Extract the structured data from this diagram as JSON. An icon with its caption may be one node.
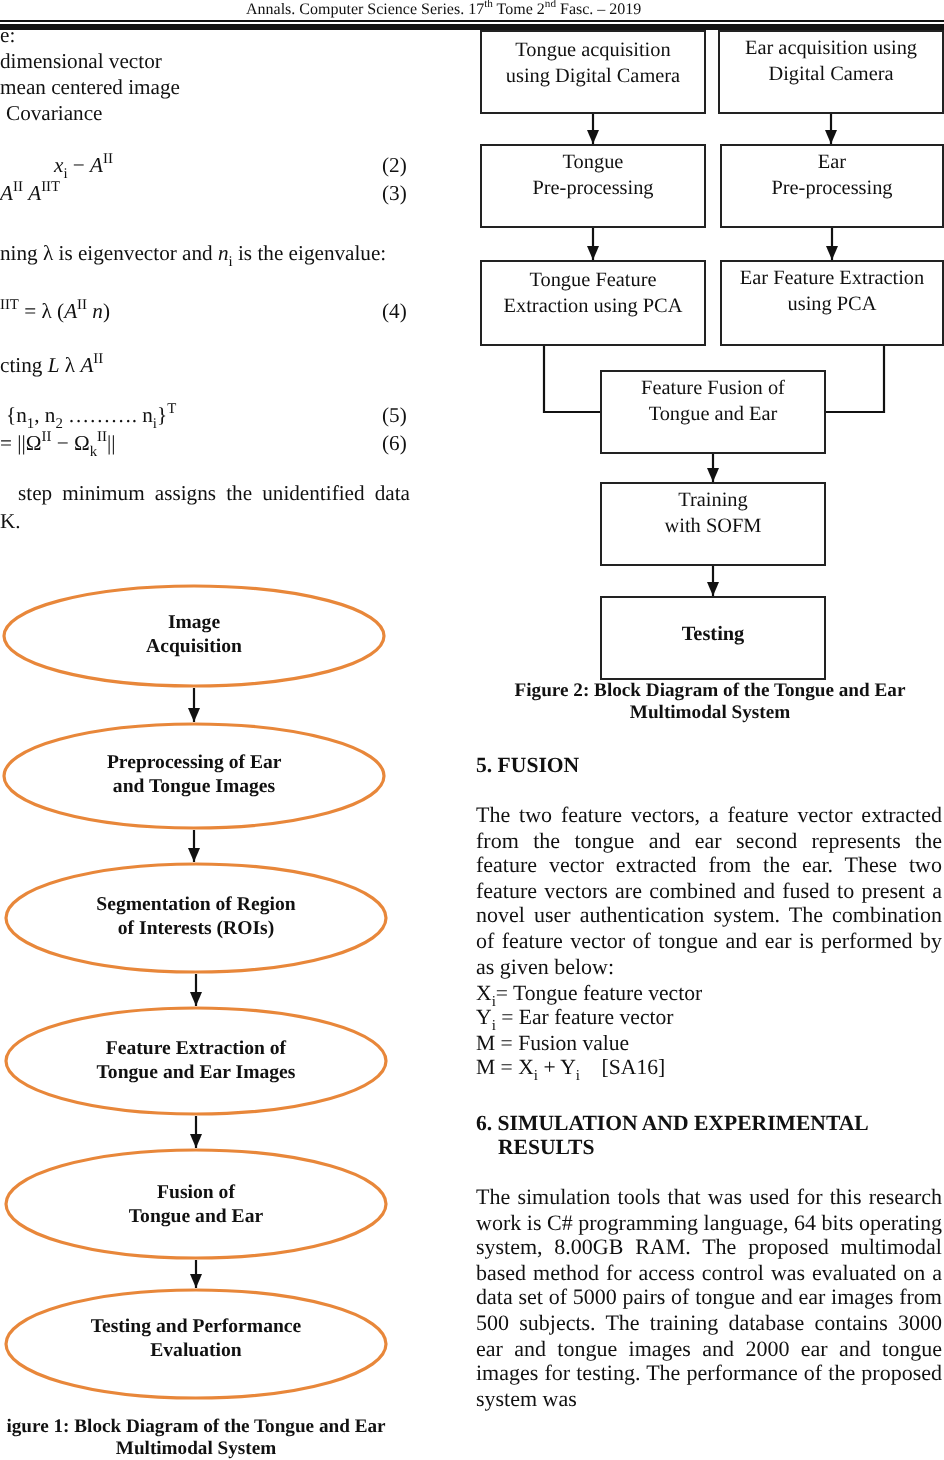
{
  "diagram": {
    "nodes": [
      {
        "text": [
          "Image Acquisition"
        ]
      },
      {
        "text": [
          "Preprocessing of Ear and Tongue Images"
        ]
      },
      {
        "text": [
          "Segmentation of Region of Interests (ROIs)"
        ]
      },
      {
        "text": [
          "Feature Extraction of Tongue and Ear Images"
        ]
      },
      {
        "text": [
          "Fusion of Tongue and Ear"
        ]
      },
      {
        "text": [
          "Testing and Performance Evaluation"
        ]
      },
      {
        "text": [
          "Tongue acquisition using Digital Camera"
        ]
      },
      {
        "text": [
          "Ear acquisition using Digital Camera"
        ]
      },
      {
        "text": [
          "Tongue Pre-processing"
        ]
      },
      {
        "text": [
          "Ear Pre-processing"
        ]
      },
      {
        "text": [
          "Tongue Feature Extraction using PCA"
        ]
      },
      {
        "text": [
          "Ear Feature Extraction using PCA"
        ]
      },
      {
        "text": [
          "Feature Fusion of Tongue and Ear"
        ]
      },
      {
        "text": [
          "Training with SOFM"
        ]
      },
      {
        "text": [
          "Testing"
        ]
      }
    ],
    "edges": [
      {
        "from": 0,
        "to": 1,
        "arrow": "to"
      },
      {
        "from": 1,
        "to": 2,
        "arrow": "to"
      },
      {
        "from": 2,
        "to": 3,
        "arrow": "to"
      },
      {
        "from": 3,
        "to": 4,
        "arrow": "to"
      },
      {
        "from": 4,
        "to": 5,
        "arrow": "to"
      },
      {
        "from": 6,
        "to": 8,
        "arrow": "to"
      },
      {
        "from": 7,
        "to": 9,
        "arrow": "to"
      },
      {
        "from": 8,
        "to": 10,
        "arrow": "to"
      },
      {
        "from": 9,
        "to": 11,
        "arrow": "to"
      },
      {
        "from": 10,
        "to": 12,
        "arrow": "none"
      },
      {
        "from": 11,
        "to": 12,
        "arrow": "none"
      },
      {
        "from": 12,
        "to": 13,
        "arrow": "to"
      },
      {
        "from": 13,
        "to": 14,
        "arrow": "to"
      }
    ],
    "labels": [
      "Annals. Computer Science Series. 17$^{th}$ Tome 2$^{nd}$ Fasc. – 2019",
      "e:",
      "dimensional vector",
      "mean centered image",
      "Covariance",
      "*x*$_{i}$ − *A*$^{II}$",
      "(2)",
      "*A*$^{II}$ *A*$^{IIT}$",
      "(3)",
      "ning λ is eigenvector and *n*$_{i}$ is the eigenvalue:",
      "$^{IIT}$ = λ (*A*$^{II}$ *n*)",
      "(4)",
      "cting *L* λ *A*$^{II}$",
      "{n$_{1}$, n$_{2}$ ………. n$_{i}$}$^{T}$",
      "(5)",
      "= ||Ω$^{II}$ − Ω$_{k}$$^{II}$||",
      "(6)",
      "step minimum assigns the unidentified data",
      "K.",
      "igure 1: Block Diagram of the Tongue and Ear Multimodal System",
      "Figure 2: Block Diagram of the Tongue and Ear Multimodal System",
      "5. FUSION",
      "The two feature vectors, a feature vector extracted from the tongue and ear second represents the feature vector extracted from the ear. These two feature vectors are combined and fused to present a novel user authentication system. The combination of feature vector of tongue and ear is performed by as given below:",
      "X$_{i}$= Tongue feature vector",
      "Y$_{i}$ = Ear feature vector",
      "M = Fusion value",
      "M = X$_{i}$ + Y$_{i}$    [SA16]",
      "6. SIMULATION AND EXPERIMENTAL RESULTS",
      "The simulation tools that was used for this research work is C# programming language, 64 bits operating system, 8.00GB RAM. The proposed multimodal based method for access control was evaluated on a data set of 5000 pairs of tongue and ear images from 500 subjects. The training database contains 3000 ear and tongue images and 2000 ear and tongue images for testing. The performance of the proposed system was"
    ]
  }
}
